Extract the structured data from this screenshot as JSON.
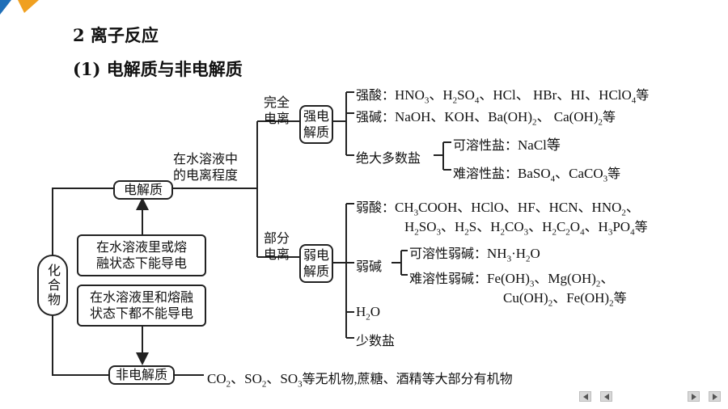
{
  "heading": "2 离子反应",
  "subheading": "(1) 电解质与非电解质",
  "compound": "化合物",
  "electrolyte": "电解质",
  "nonelectrolyte": "非电解质",
  "def_electrolyte": [
    "在水溶液里或熔",
    "融状态下能导电"
  ],
  "def_nonelectrolyte": [
    "在水溶液里和熔融",
    "状态下都不能导电"
  ],
  "classify_basis": [
    "在水溶液中",
    "的电离程度"
  ],
  "complete_ion": [
    "完全",
    "电离"
  ],
  "partial_ion": [
    "部分",
    "电离"
  ],
  "strong": [
    "强电",
    "解质"
  ],
  "weak": [
    "弱电",
    "解质"
  ],
  "strong_acid_label": "强酸：",
  "strong_base_label": "强碱：",
  "salts_label": "绝大多数盐",
  "soluble_salt_label": "可溶性盐：",
  "soluble_salt": "NaCl等",
  "insoluble_salt_label": "难溶性盐：",
  "weak_acid_label": "弱酸：",
  "weak_base_label": "弱碱",
  "soluble_wb_label": "可溶性弱碱：",
  "insoluble_wb_label": "难溶性弱碱：",
  "few_salts": "少数盐",
  "nav_icons": [
    "first-page-icon",
    "prev-page-icon",
    "next-page-icon",
    "last-page-icon"
  ]
}
